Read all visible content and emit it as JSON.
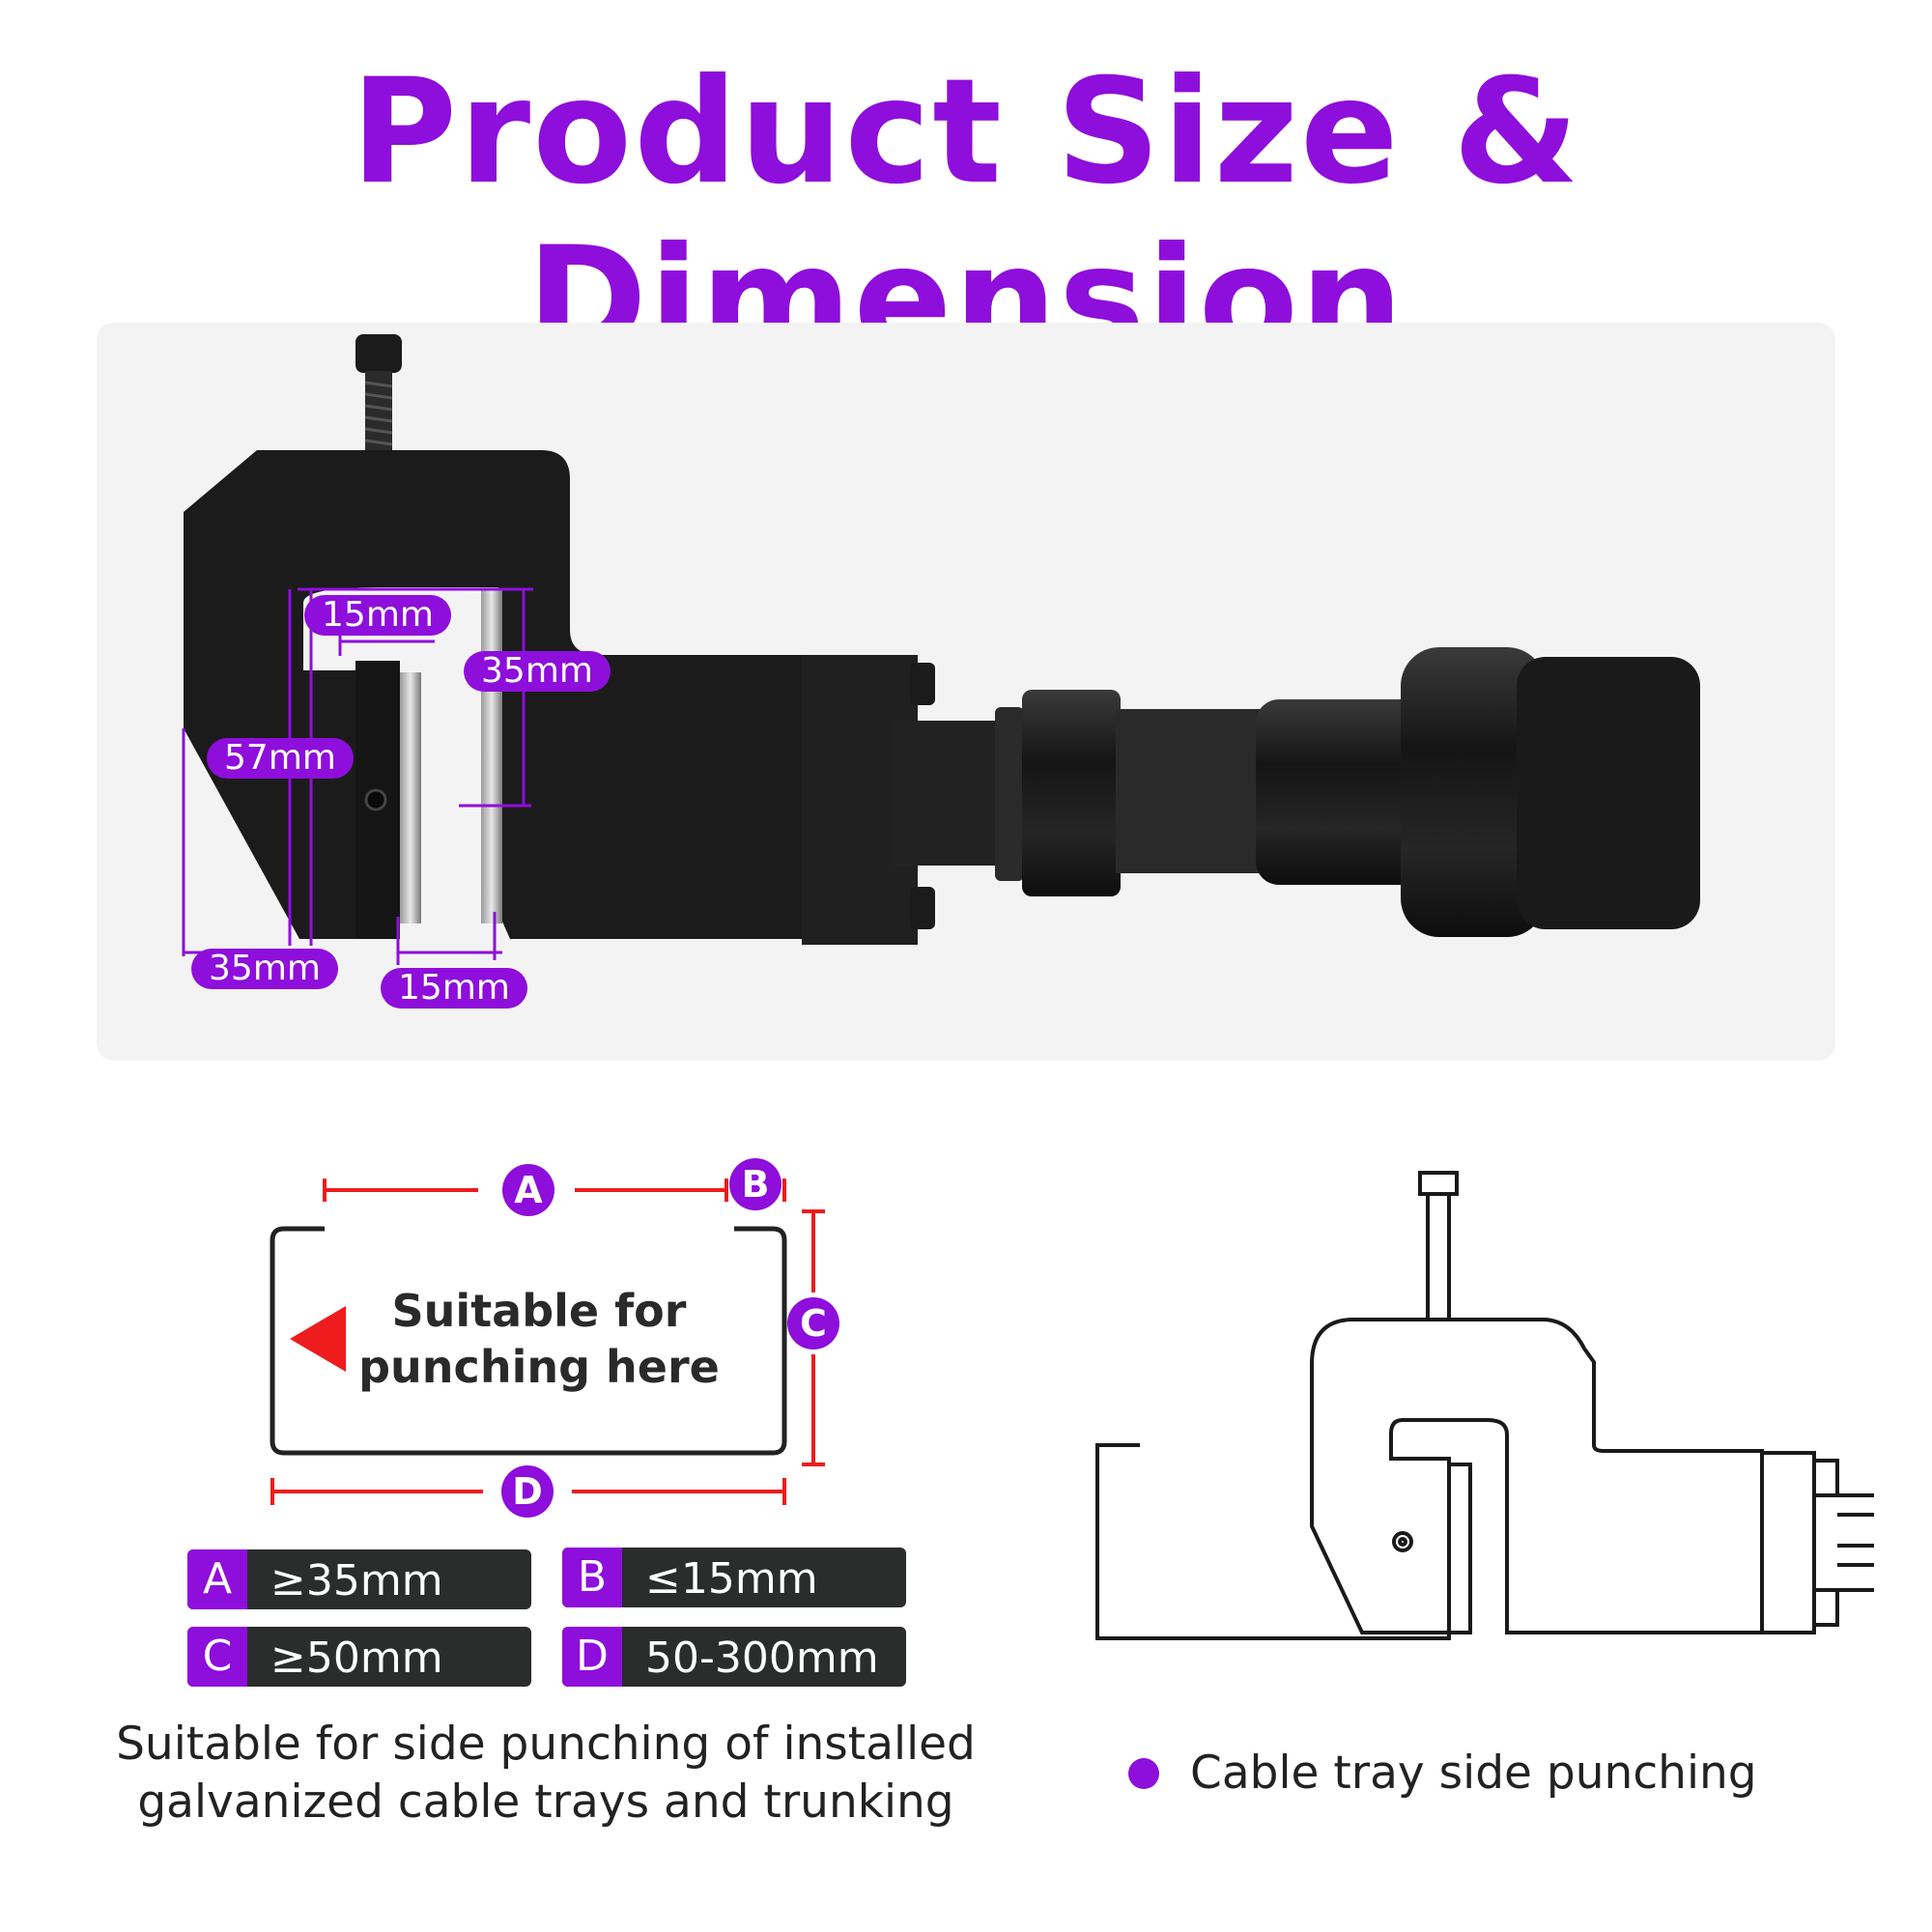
{
  "title": "Product Size & Dimension",
  "colors": {
    "accent": "#8e0edb",
    "dark": "#2a2d2c",
    "red": "#ee1c1c",
    "tool_black": "#1b1b1b",
    "panel_bg": "#f3f3f3"
  },
  "photo": {
    "dimensions": {
      "top_gap": "15mm",
      "throat_height": "35mm",
      "jaw_depth": "57mm",
      "base_width": "35mm",
      "bottom_gap": "15mm"
    }
  },
  "tray_diagram": {
    "letters": {
      "a": "A",
      "b": "B",
      "c": "C",
      "d": "D"
    },
    "text_line1": "Suitable for",
    "text_line2": "punching here",
    "arrow_icon": "red-triangle-icon"
  },
  "specs": [
    {
      "letter": "A",
      "value": "≥35mm"
    },
    {
      "letter": "B",
      "value": "≤15mm"
    },
    {
      "letter": "C",
      "value": "≥50mm"
    },
    {
      "letter": "D",
      "value": "50-300mm"
    }
  ],
  "caption_left": {
    "line1": "Suitable for side punching of installed",
    "line2": "galvanized cable trays and trunking"
  },
  "caption_right": {
    "bullet_icon": "purple-dot-icon",
    "text": "Cable tray side punching"
  }
}
